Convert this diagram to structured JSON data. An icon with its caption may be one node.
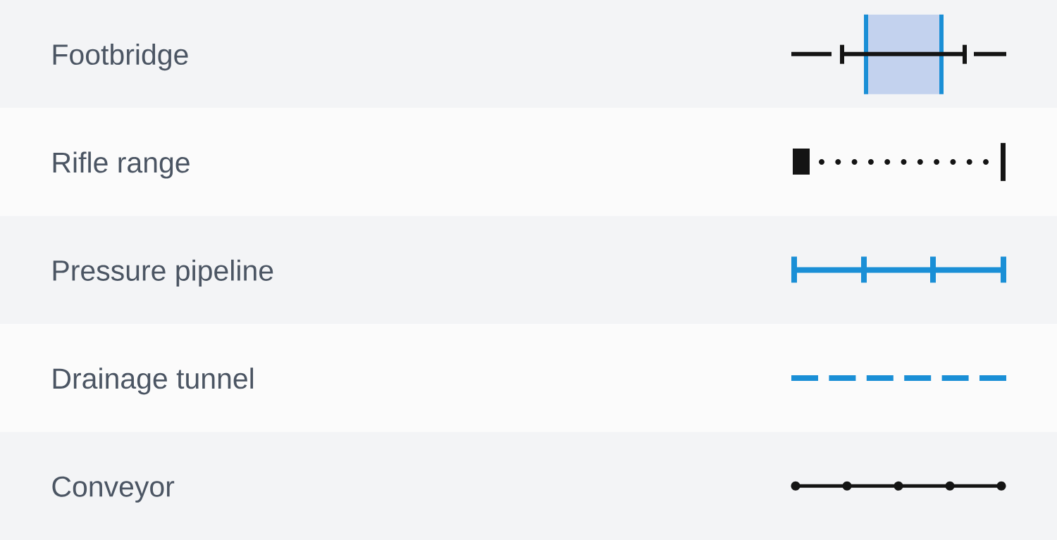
{
  "diagram": {
    "legend": [
      {
        "text": "Footbridge"
      },
      {
        "text": "Rifle range"
      },
      {
        "text": "Pressure pipeline"
      },
      {
        "text": "Drainage tunnel"
      },
      {
        "text": "Conveyor"
      }
    ]
  }
}
